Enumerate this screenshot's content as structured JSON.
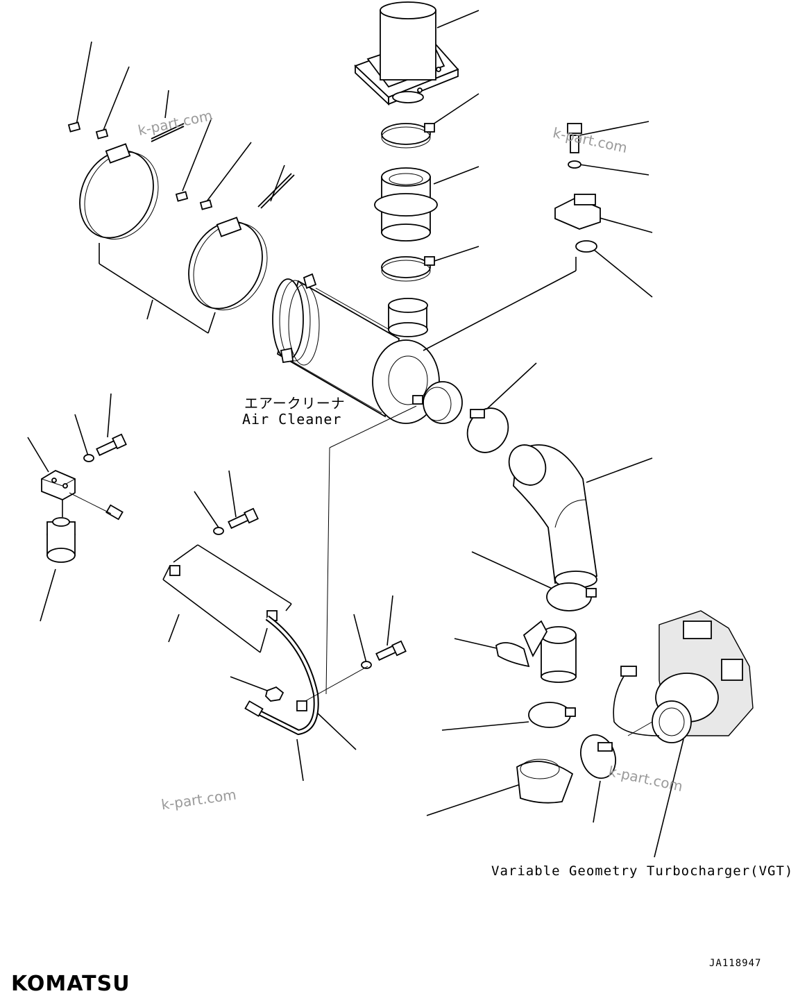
{
  "labels": {
    "air_cleaner_jp": "エアークリーナ",
    "air_cleaner_en": "Air Cleaner",
    "vgt": "Variable Geometry Turbocharger(VGT)",
    "drawing_number": "JA118947"
  },
  "watermarks": [
    "k-part.com",
    "k-part.com",
    "k-part.com",
    "k-part.com"
  ],
  "brand": {
    "logo_text": "KOMATSU"
  }
}
